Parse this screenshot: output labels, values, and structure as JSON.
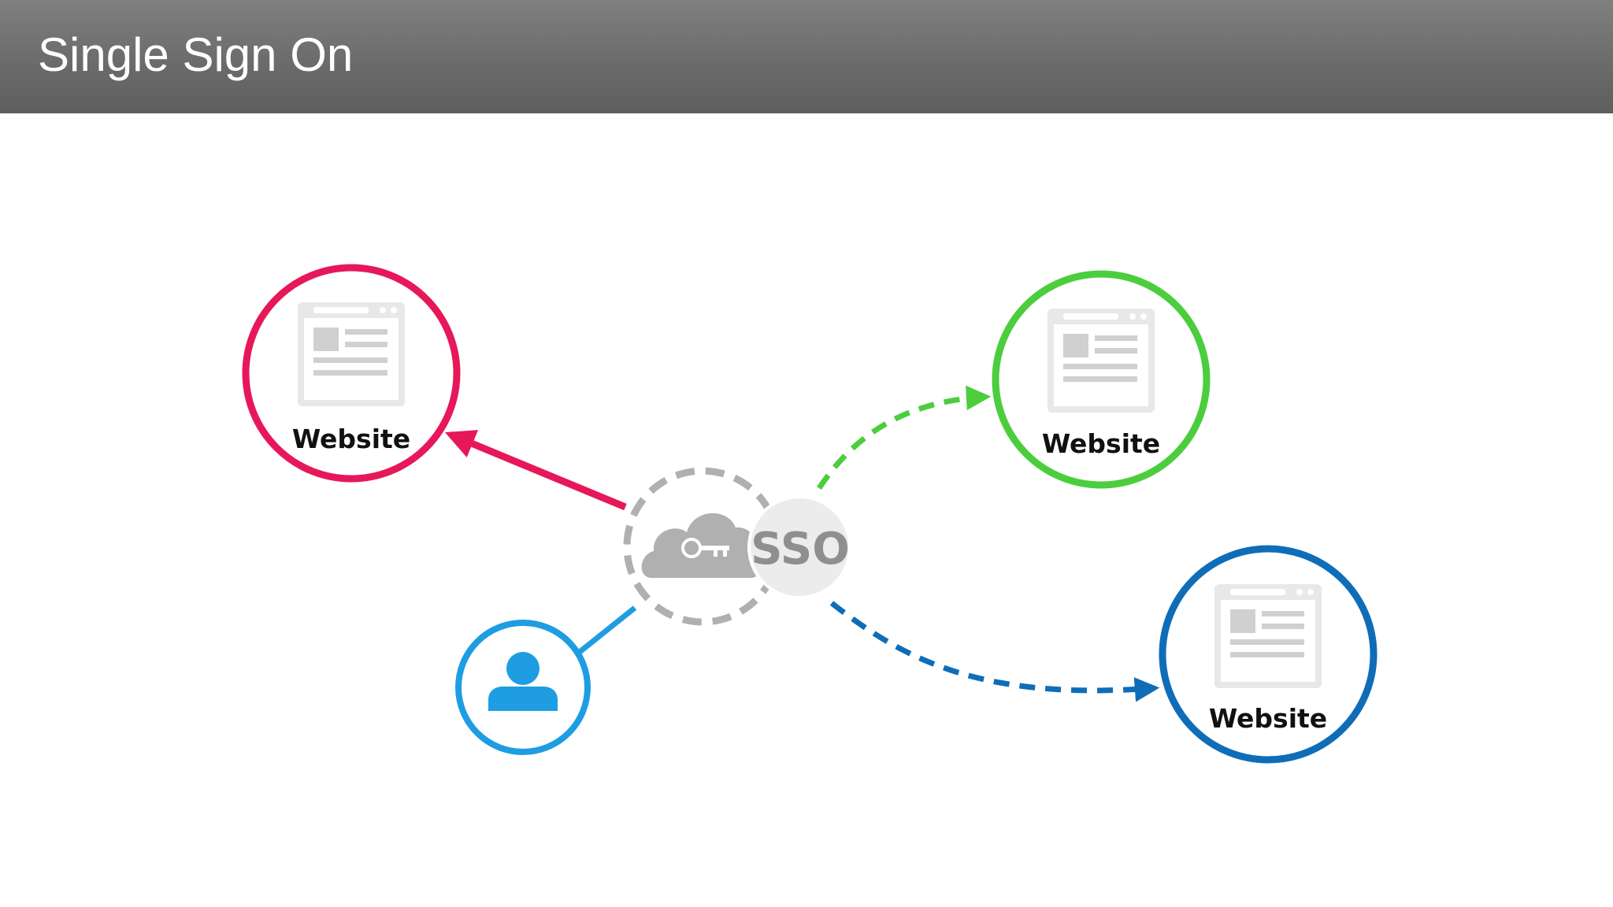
{
  "header": {
    "title": "Single Sign On"
  },
  "diagram": {
    "hub": {
      "label": "SSO",
      "icon": "cloud-key-icon",
      "color": "#b0b0b0"
    },
    "user": {
      "icon": "user-icon",
      "color": "#1e9de2"
    },
    "websites": [
      {
        "label": "Website",
        "color": "#e6185a",
        "connection": "solid"
      },
      {
        "label": "Website",
        "color": "#4ccd3d",
        "connection": "dashed"
      },
      {
        "label": "Website",
        "color": "#0f6db8",
        "connection": "dashed"
      }
    ]
  }
}
